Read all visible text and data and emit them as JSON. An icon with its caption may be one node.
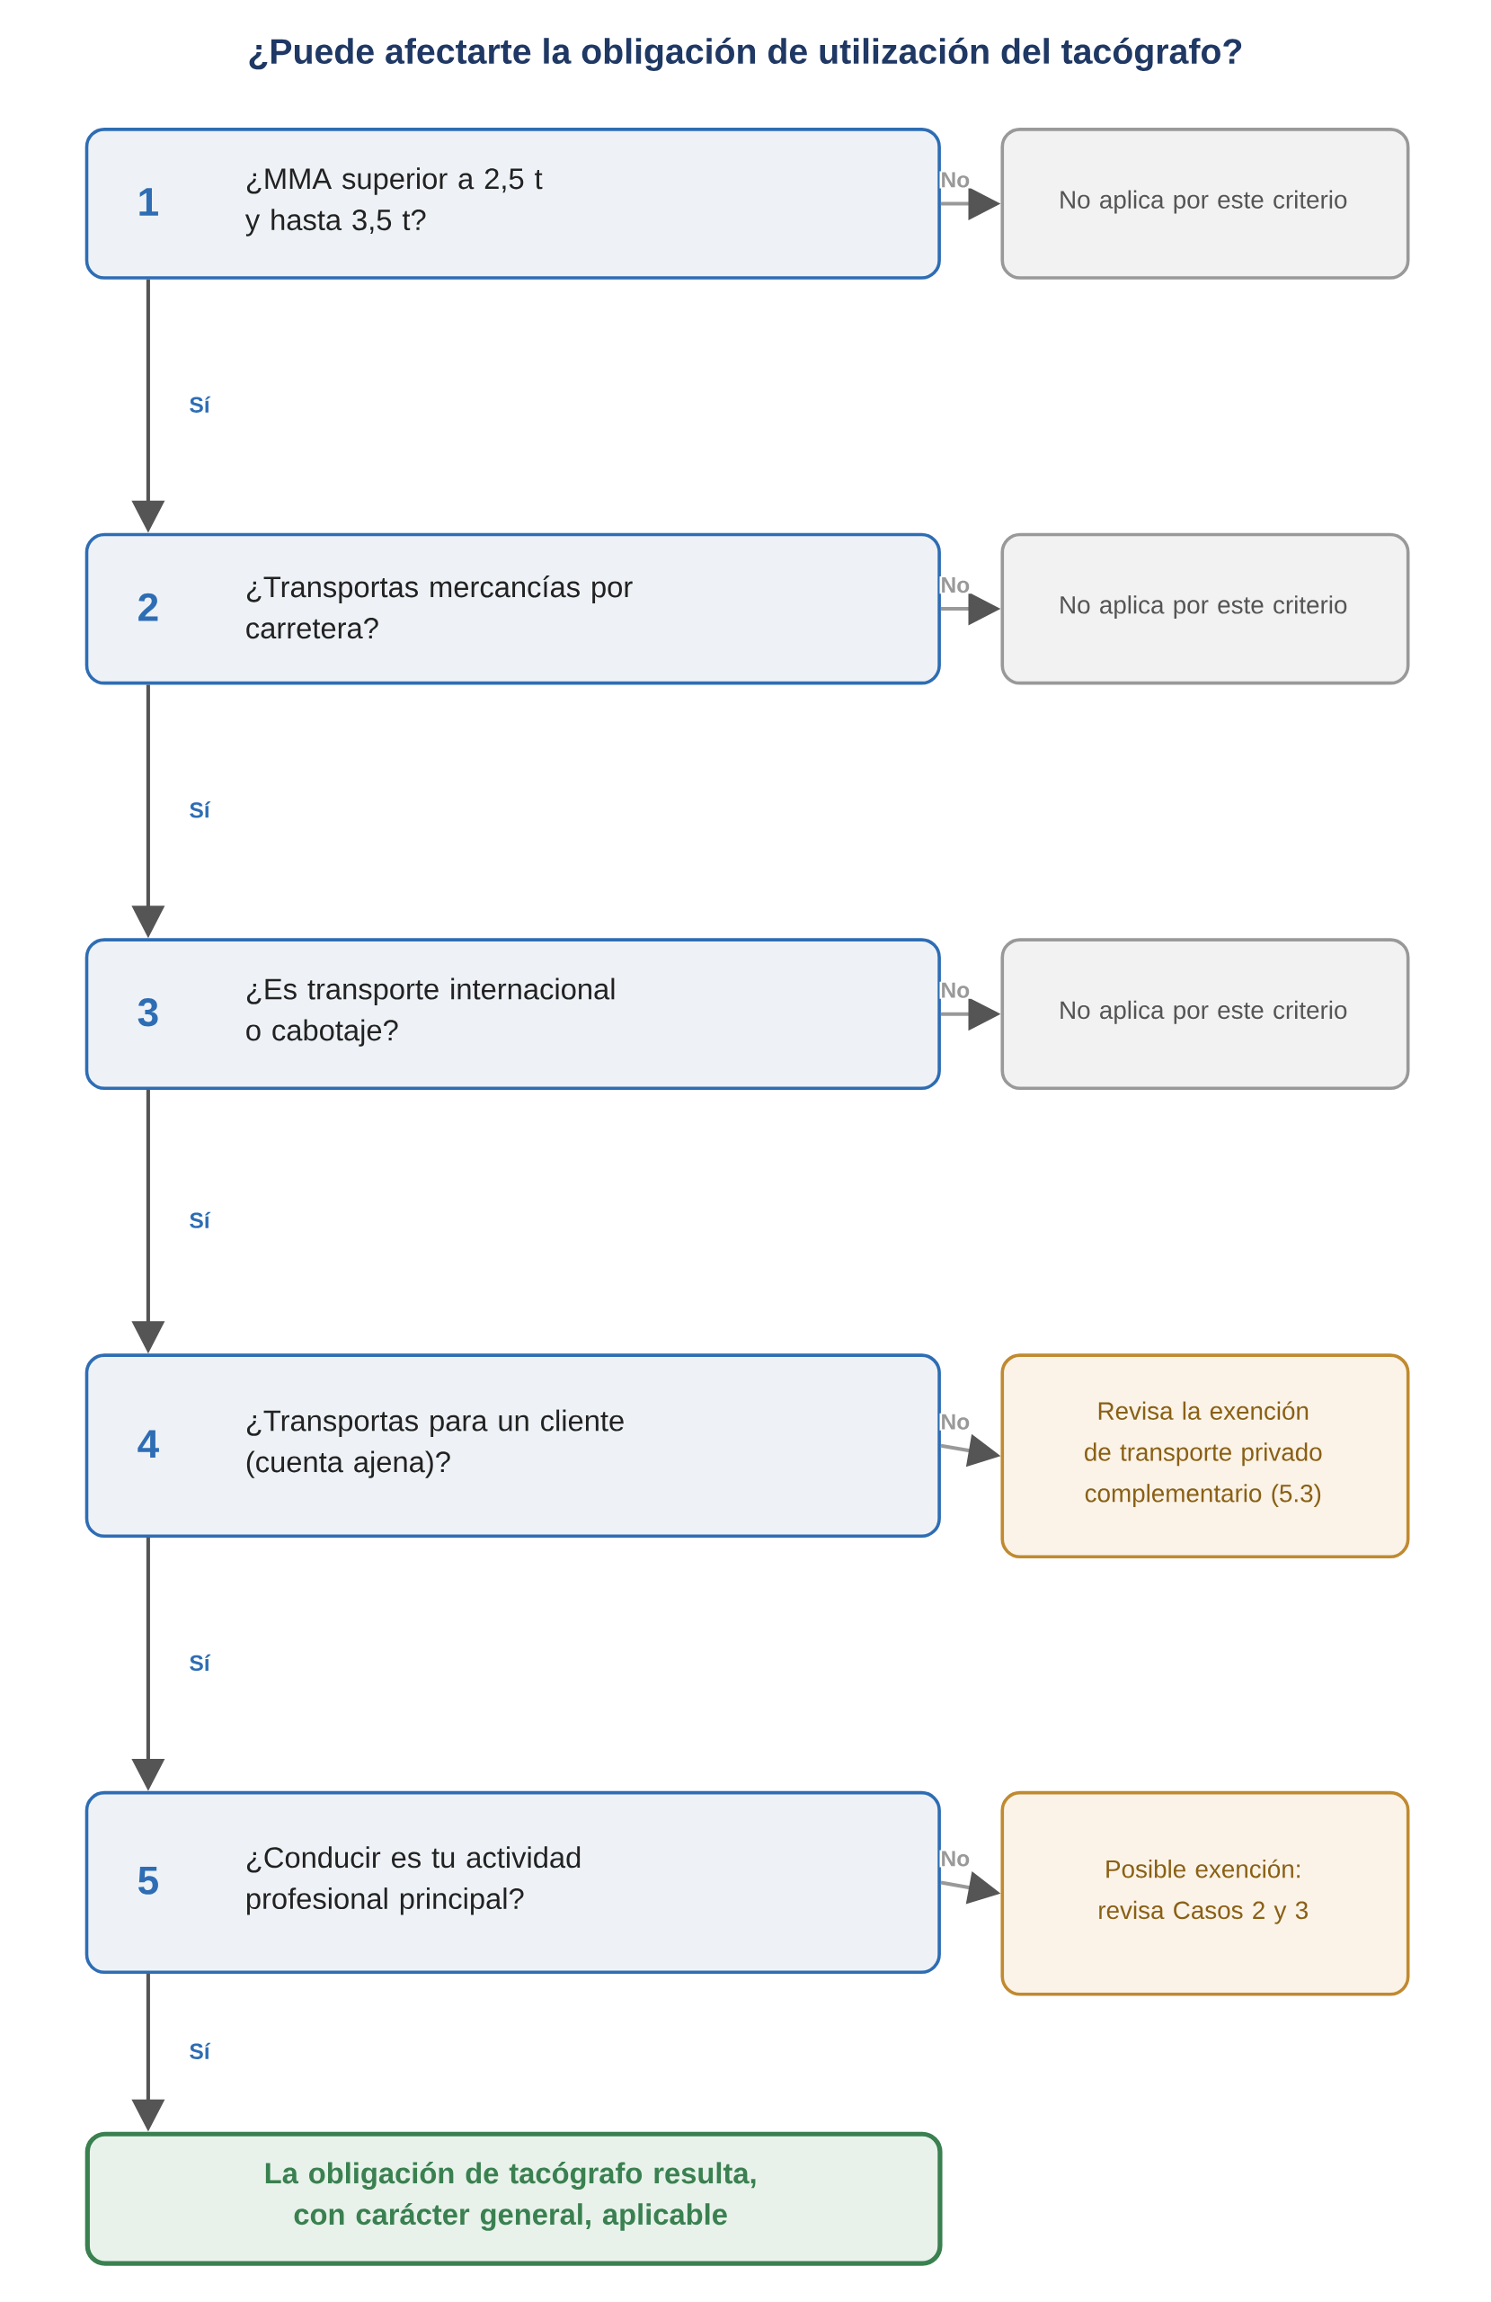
{
  "diagram": {
    "title": "¿Puede afectarte la obligación de utilización del tacógrafo?",
    "nodes": [
      {
        "text": [
          "1",
          "¿MMA superior a 2,5 t y hasta 3,5 t?"
        ]
      },
      {
        "text": [
          "No aplica por este criterio"
        ]
      },
      {
        "text": [
          "2",
          "¿Transportas mercancías por carretera?"
        ]
      },
      {
        "text": [
          "No aplica por este criterio"
        ]
      },
      {
        "text": [
          "3",
          "¿Es transporte internacional o cabotaje?"
        ]
      },
      {
        "text": [
          "No aplica por este criterio"
        ]
      },
      {
        "text": [
          "4",
          "¿Transportas para un cliente (cuenta ajena)?"
        ]
      },
      {
        "text": [
          "Revisa la exención de transporte privado complementario (5.3)"
        ]
      },
      {
        "text": [
          "5",
          "¿Conducir es tu actividad profesional principal?"
        ]
      },
      {
        "text": [
          "Posible exención: revisa Casos 2 y 3"
        ]
      },
      {
        "text": [
          "La obligación de tacógrafo resulta, con carácter general, aplicable"
        ]
      }
    ],
    "edges": [
      {
        "from": 0,
        "to": 1,
        "arrow": "to",
        "label": "No",
        "color": "#999999"
      },
      {
        "from": 0,
        "to": 2,
        "arrow": "to",
        "label": "Sí"
      },
      {
        "from": 2,
        "to": 3,
        "arrow": "to",
        "label": "No",
        "color": "#999999"
      },
      {
        "from": 2,
        "to": 4,
        "arrow": "to",
        "label": "Sí"
      },
      {
        "from": 4,
        "to": 5,
        "arrow": "to",
        "label": "No",
        "color": "#999999"
      },
      {
        "from": 4,
        "to": 6,
        "arrow": "to",
        "label": "Sí"
      },
      {
        "from": 6,
        "to": 7,
        "arrow": "to",
        "label": "No",
        "color": "#999999"
      },
      {
        "from": 6,
        "to": 8,
        "arrow": "to",
        "label": "Sí"
      },
      {
        "from": 8,
        "to": 9,
        "arrow": "to",
        "label": "No",
        "color": "#999999"
      },
      {
        "from": 8,
        "to": 10,
        "arrow": "to",
        "label": "Sí"
      }
    ]
  }
}
